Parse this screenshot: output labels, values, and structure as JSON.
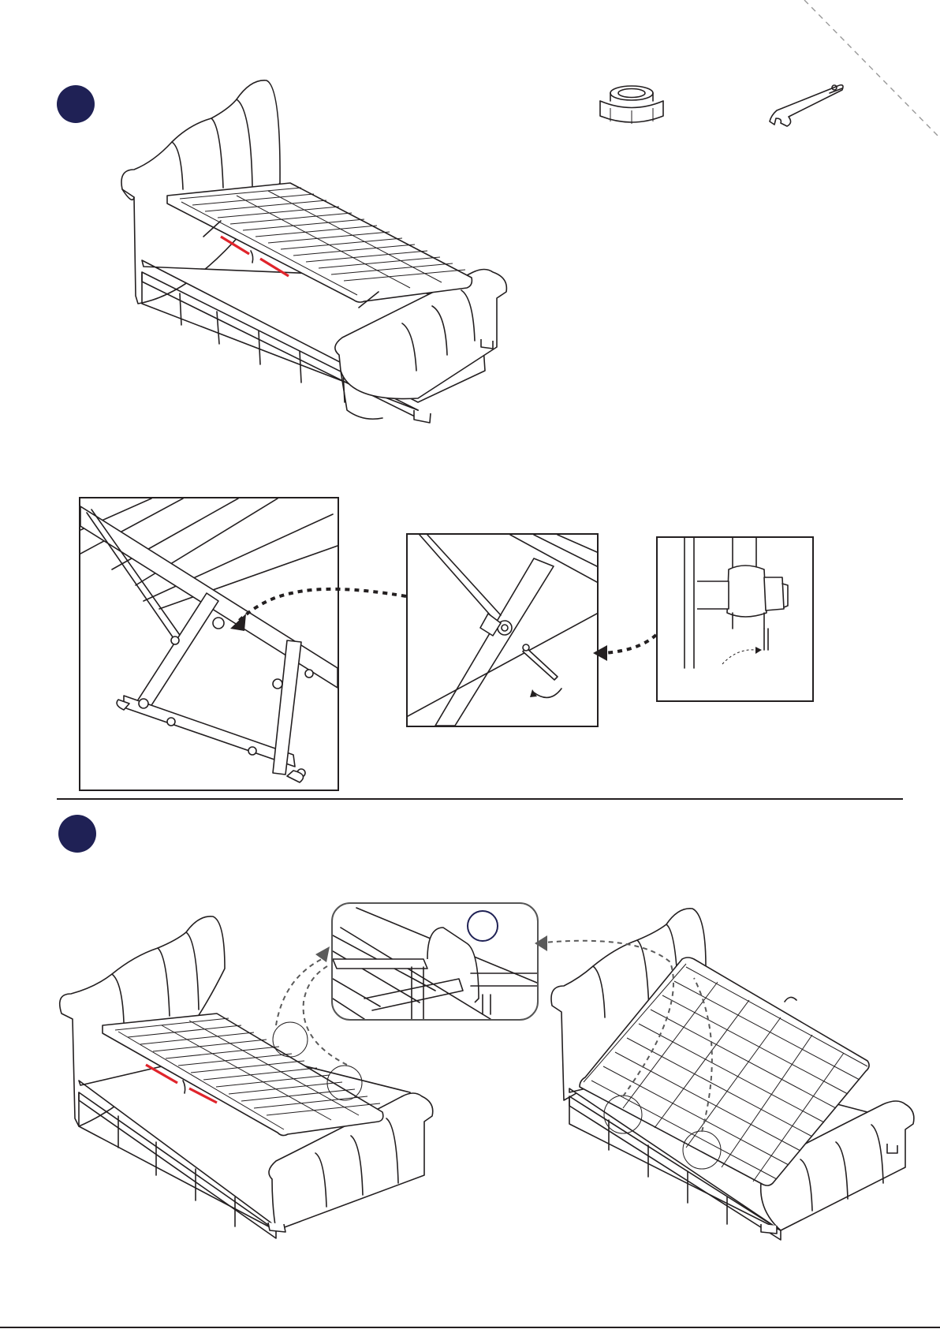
{
  "document": {
    "type": "assembly-instructions",
    "steps": [
      {
        "id": "step-1",
        "number": "",
        "hardware": [
          "hex-nut-icon",
          "wrench-icon"
        ]
      },
      {
        "id": "step-2",
        "number": "",
        "detail_marker": ""
      }
    ]
  },
  "colors": {
    "badge": "#1f2155",
    "line": "#231f20",
    "highlight": "#e0242b",
    "divider": "#231f20"
  }
}
